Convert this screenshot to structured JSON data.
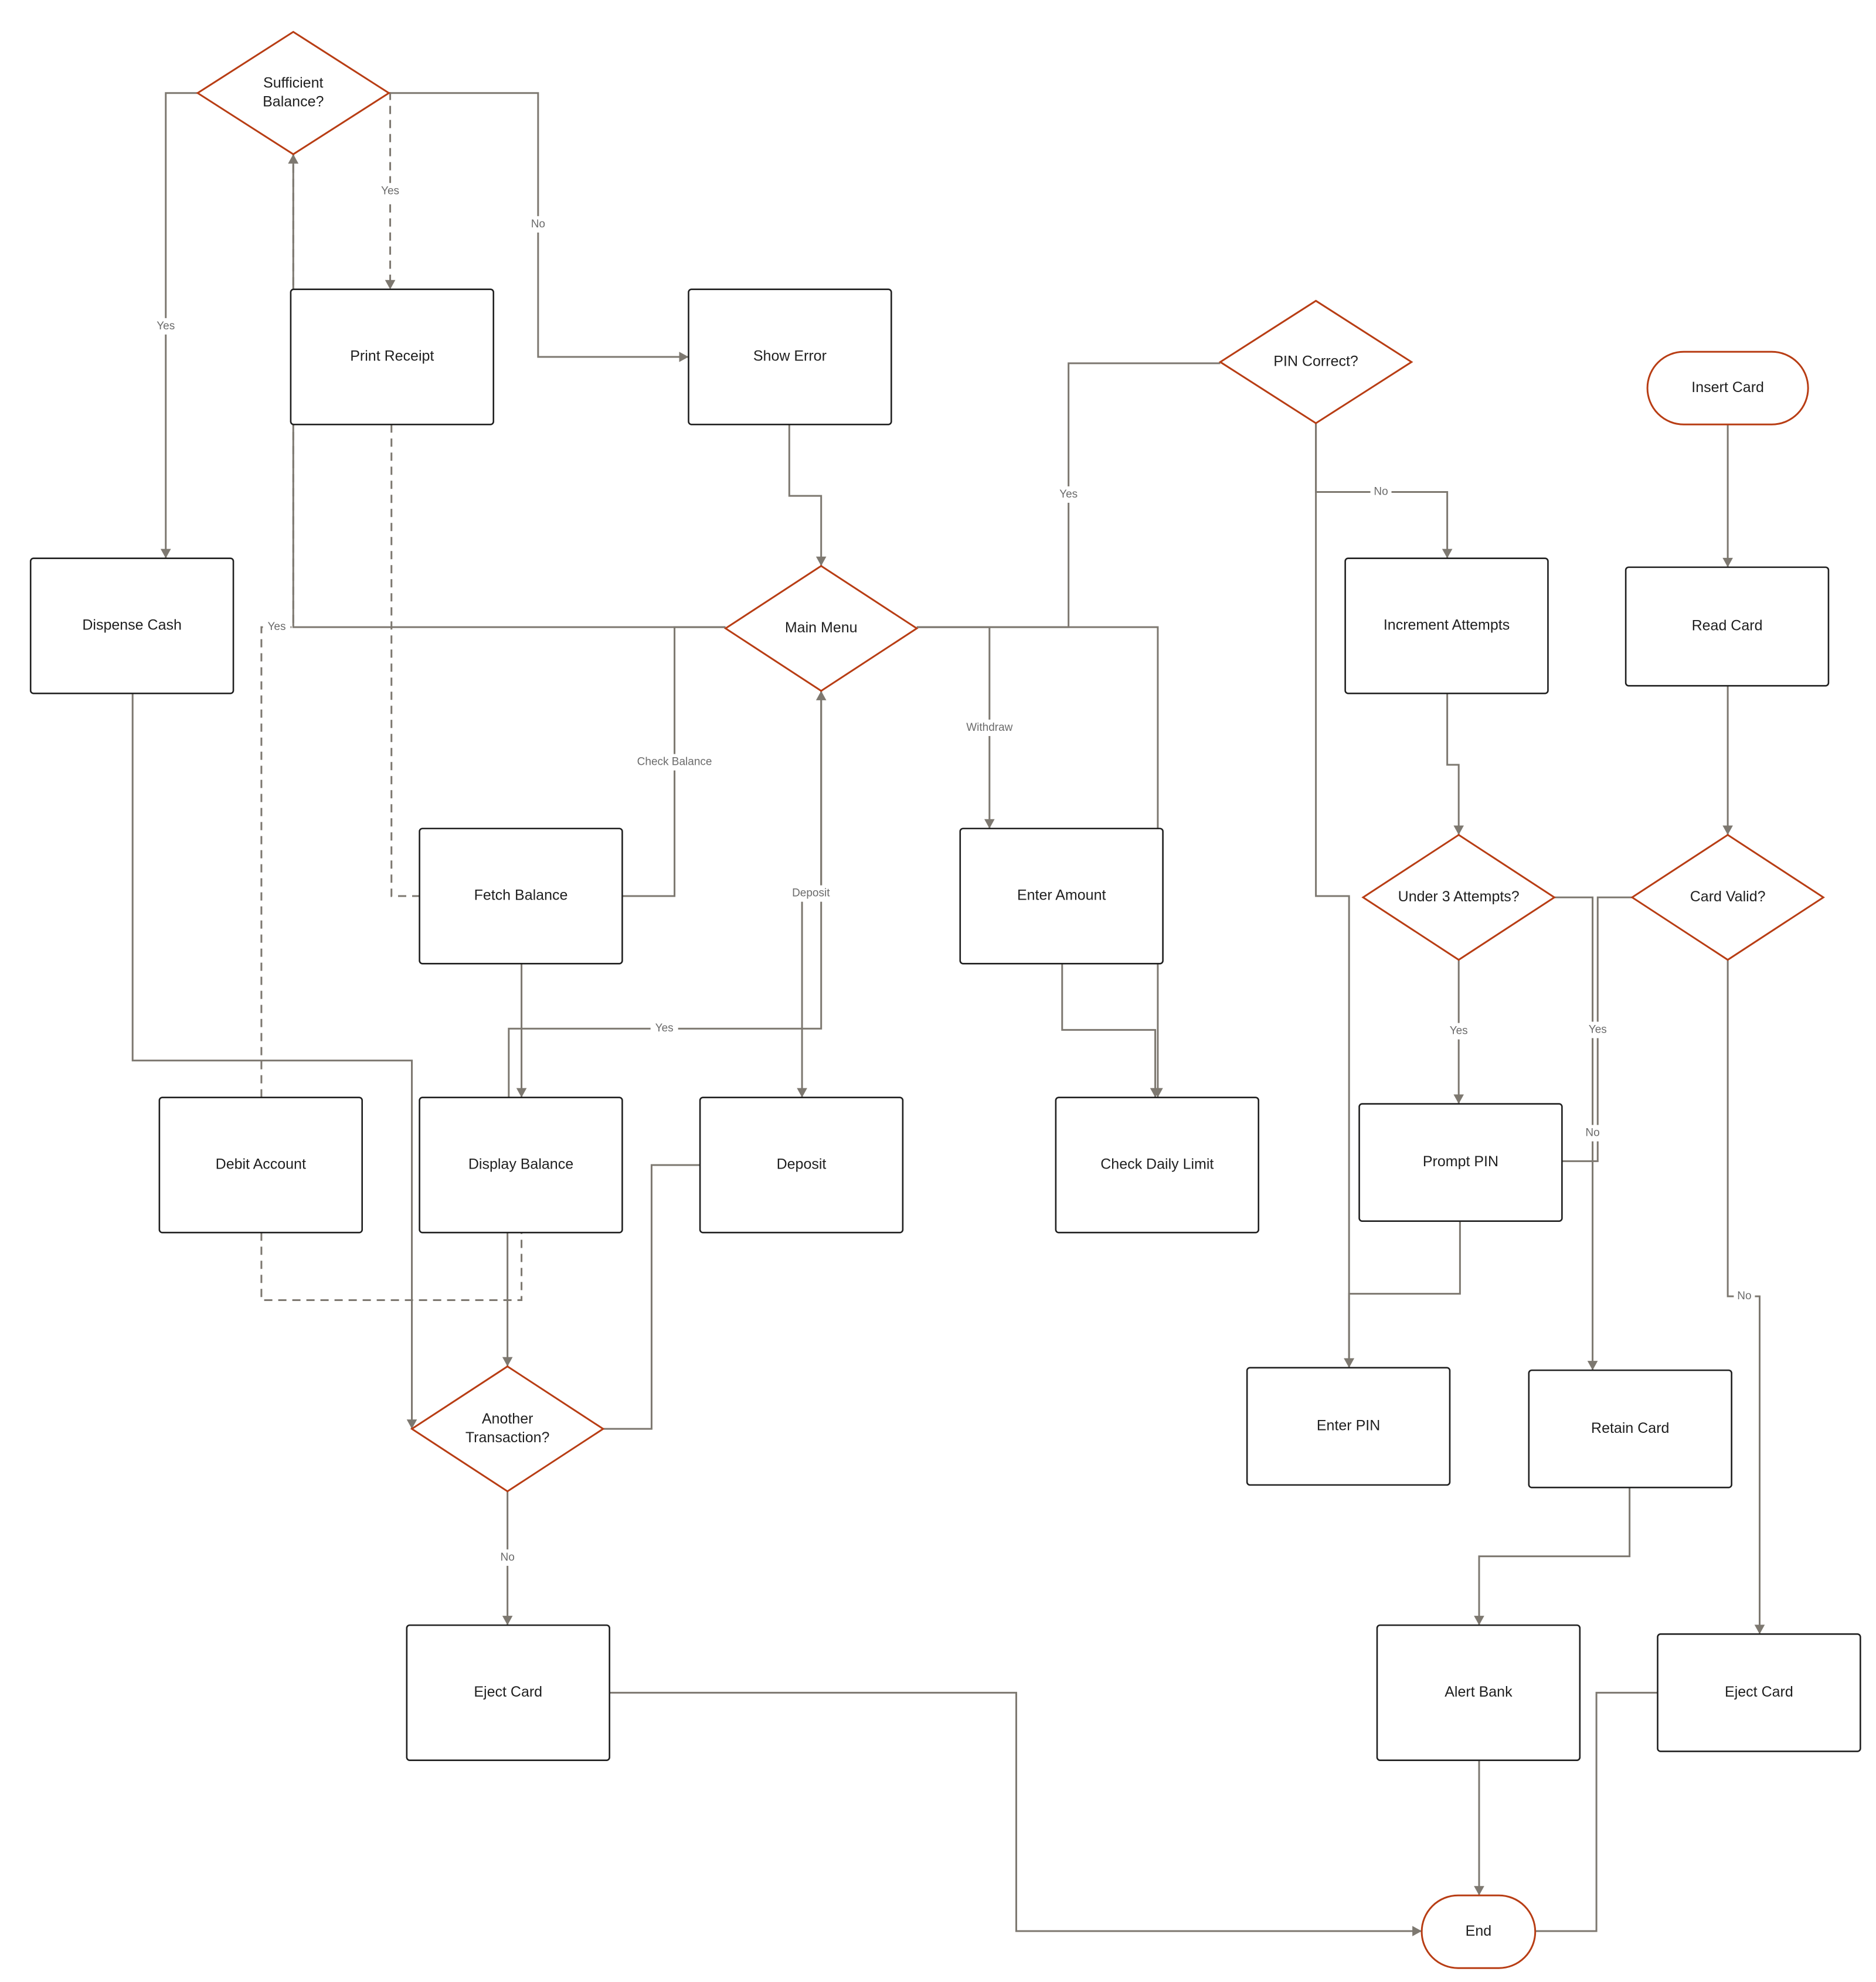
{
  "colors": {
    "decision_outline": "#b83d14",
    "process_outline": "#1f1f1f",
    "connector": "#7d7870",
    "label": "#6b6b6b"
  },
  "nodes": {
    "sufficient_balance": {
      "kind": "decision",
      "lines": [
        "Sufficient",
        "Balance?"
      ]
    },
    "print_receipt": {
      "kind": "process",
      "lines": [
        "Print Receipt"
      ]
    },
    "show_error": {
      "kind": "process",
      "lines": [
        "Show Error"
      ]
    },
    "pin_correct": {
      "kind": "decision",
      "lines": [
        "PIN Correct?"
      ]
    },
    "insert_card": {
      "kind": "terminal",
      "lines": [
        "Insert Card"
      ]
    },
    "dispense_cash": {
      "kind": "process",
      "lines": [
        "Dispense Cash"
      ]
    },
    "main_menu": {
      "kind": "decision",
      "lines": [
        "Main Menu"
      ]
    },
    "increment_attempts": {
      "kind": "process",
      "lines": [
        "Increment Attempts"
      ]
    },
    "read_card": {
      "kind": "process",
      "lines": [
        "Read Card"
      ]
    },
    "fetch_balance": {
      "kind": "process",
      "lines": [
        "Fetch Balance"
      ]
    },
    "enter_amount": {
      "kind": "process",
      "lines": [
        "Enter Amount"
      ]
    },
    "under_3_attempts": {
      "kind": "decision",
      "lines": [
        "Under 3 Attempts?"
      ]
    },
    "card_valid": {
      "kind": "decision",
      "lines": [
        "Card Valid?"
      ]
    },
    "debit_account": {
      "kind": "process",
      "lines": [
        "Debit Account"
      ]
    },
    "display_balance": {
      "kind": "process",
      "lines": [
        "Display Balance"
      ]
    },
    "deposit": {
      "kind": "process",
      "lines": [
        "Deposit"
      ]
    },
    "check_daily_limit": {
      "kind": "process",
      "lines": [
        "Check Daily Limit"
      ]
    },
    "prompt_pin": {
      "kind": "process",
      "lines": [
        "Prompt PIN"
      ]
    },
    "another_transaction": {
      "kind": "decision",
      "lines": [
        "Another",
        "Transaction?"
      ]
    },
    "enter_pin": {
      "kind": "process",
      "lines": [
        "Enter PIN"
      ]
    },
    "retain_card": {
      "kind": "process",
      "lines": [
        "Retain Card"
      ]
    },
    "eject_card_left": {
      "kind": "process",
      "lines": [
        "Eject Card"
      ]
    },
    "alert_bank": {
      "kind": "process",
      "lines": [
        "Alert Bank"
      ]
    },
    "eject_card_right": {
      "kind": "process",
      "lines": [
        "Eject Card"
      ]
    },
    "end": {
      "kind": "terminal",
      "lines": [
        "End"
      ]
    }
  },
  "edges": [
    {
      "from": "sufficient_balance",
      "to": "dispense_cash",
      "label": "Yes",
      "style": "solid"
    },
    {
      "from": "sufficient_balance",
      "to": "print_receipt",
      "label": "Yes",
      "style": "dashed"
    },
    {
      "from": "sufficient_balance",
      "to": "show_error",
      "label": "No",
      "style": "solid"
    },
    {
      "from": "print_receipt",
      "to": "fetch_balance",
      "label": "",
      "style": "dashed"
    },
    {
      "from": "show_error",
      "to": "main_menu",
      "label": "",
      "style": "solid"
    },
    {
      "from": "main_menu",
      "to": "sufficient_balance",
      "label": "",
      "style": "solid"
    },
    {
      "from": "pin_correct",
      "to": "main_menu",
      "label": "Yes",
      "style": "solid"
    },
    {
      "from": "pin_correct",
      "to": "increment_attempts",
      "label": "No",
      "style": "solid"
    },
    {
      "from": "insert_card",
      "to": "read_card",
      "label": "",
      "style": "solid"
    },
    {
      "from": "main_menu",
      "to": "fetch_balance",
      "label": "Check Balance",
      "style": "solid"
    },
    {
      "from": "main_menu",
      "to": "enter_amount",
      "label": "Withdraw",
      "style": "solid"
    },
    {
      "from": "main_menu",
      "to": "deposit",
      "label": "Deposit",
      "style": "solid"
    },
    {
      "from": "main_menu",
      "to": "check_daily_limit",
      "label": "",
      "style": "solid"
    },
    {
      "from": "read_card",
      "to": "card_valid",
      "label": "",
      "style": "solid"
    },
    {
      "from": "increment_attempts",
      "to": "under_3_attempts",
      "label": "",
      "style": "solid"
    },
    {
      "from": "fetch_balance",
      "to": "display_balance",
      "label": "",
      "style": "solid"
    },
    {
      "from": "display_balance",
      "to": "main_menu",
      "label": "Yes",
      "style": "solid"
    },
    {
      "from": "debit_account",
      "to": "sufficient_balance",
      "label": "Yes",
      "style": "dashed"
    },
    {
      "from": "enter_amount",
      "to": "check_daily_limit",
      "label": "",
      "style": "solid"
    },
    {
      "from": "under_3_attempts",
      "to": "prompt_pin",
      "label": "Yes",
      "style": "solid"
    },
    {
      "from": "under_3_attempts",
      "to": "retain_card",
      "label": "No",
      "style": "solid"
    },
    {
      "from": "card_valid",
      "to": "prompt_pin",
      "label": "Yes",
      "style": "solid"
    },
    {
      "from": "card_valid",
      "to": "eject_card_right",
      "label": "No",
      "style": "solid"
    },
    {
      "from": "dispense_cash",
      "to": "another_transaction",
      "label": "",
      "style": "solid"
    },
    {
      "from": "debit_account",
      "to": "display_balance",
      "label": "",
      "style": "dashed"
    },
    {
      "from": "display_balance",
      "to": "another_transaction",
      "label": "",
      "style": "solid"
    },
    {
      "from": "deposit",
      "to": "another_transaction",
      "label": "",
      "style": "solid"
    },
    {
      "from": "prompt_pin",
      "to": "enter_pin",
      "label": "",
      "style": "solid"
    },
    {
      "from": "pin_correct",
      "to": "enter_pin",
      "label": "",
      "style": "solid"
    },
    {
      "from": "another_transaction",
      "to": "eject_card_left",
      "label": "No",
      "style": "solid"
    },
    {
      "from": "retain_card",
      "to": "alert_bank",
      "label": "",
      "style": "solid"
    },
    {
      "from": "eject_card_left",
      "to": "end",
      "label": "",
      "style": "solid"
    },
    {
      "from": "alert_bank",
      "to": "end",
      "label": "",
      "style": "solid"
    },
    {
      "from": "eject_card_right",
      "to": "end",
      "label": "",
      "style": "solid"
    }
  ]
}
